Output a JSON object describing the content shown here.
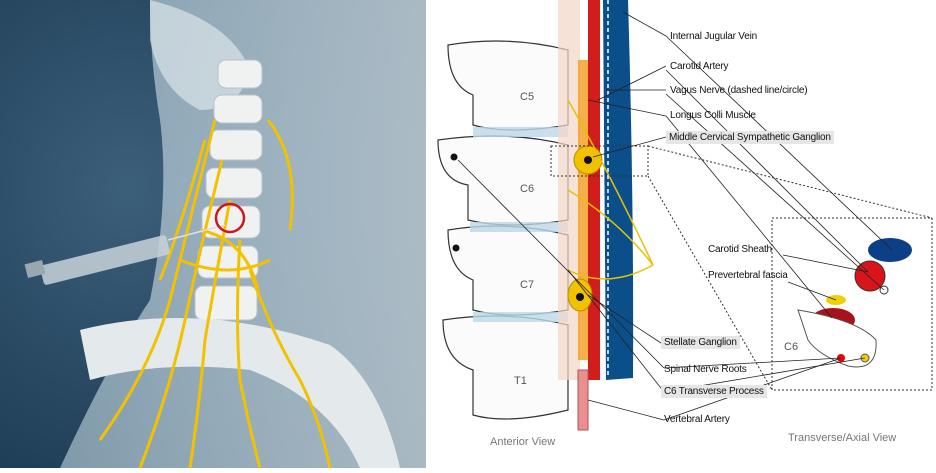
{
  "labels": {
    "internal_jugular_vein": "Internal Jugular Vein",
    "carotid_artery": "Carotid Artery",
    "vagus_nerve": "Vagus Nerve (dashed line/circle)",
    "longus_colli": "Longus Colli Muscle",
    "middle_cervical_ganglion": "Middle Cervical Sympathetic Ganglion",
    "carotid_sheath": "Carotid Sheath",
    "prevertebral_fascia": "Prevertebral fascia",
    "stellate_ganglion": "Stellate Ganglion",
    "spinal_nerve_roots": "Spinal Nerve Roots",
    "c6_transverse_process": "C6 Transverse Process",
    "vertebral_artery": "Vertebral Artery"
  },
  "vertebrae": [
    "C5",
    "C6",
    "C7",
    "T1"
  ],
  "axial_level": "C6",
  "captions": {
    "anterior": "Anterior View",
    "axial": "Transverse/Axial View"
  },
  "colors": {
    "background_left": "#1e3c55",
    "nerve": "#f2c200",
    "vein": "#0b4f8a",
    "artery": "#d01818",
    "target_circle": "#cc1a1a"
  }
}
